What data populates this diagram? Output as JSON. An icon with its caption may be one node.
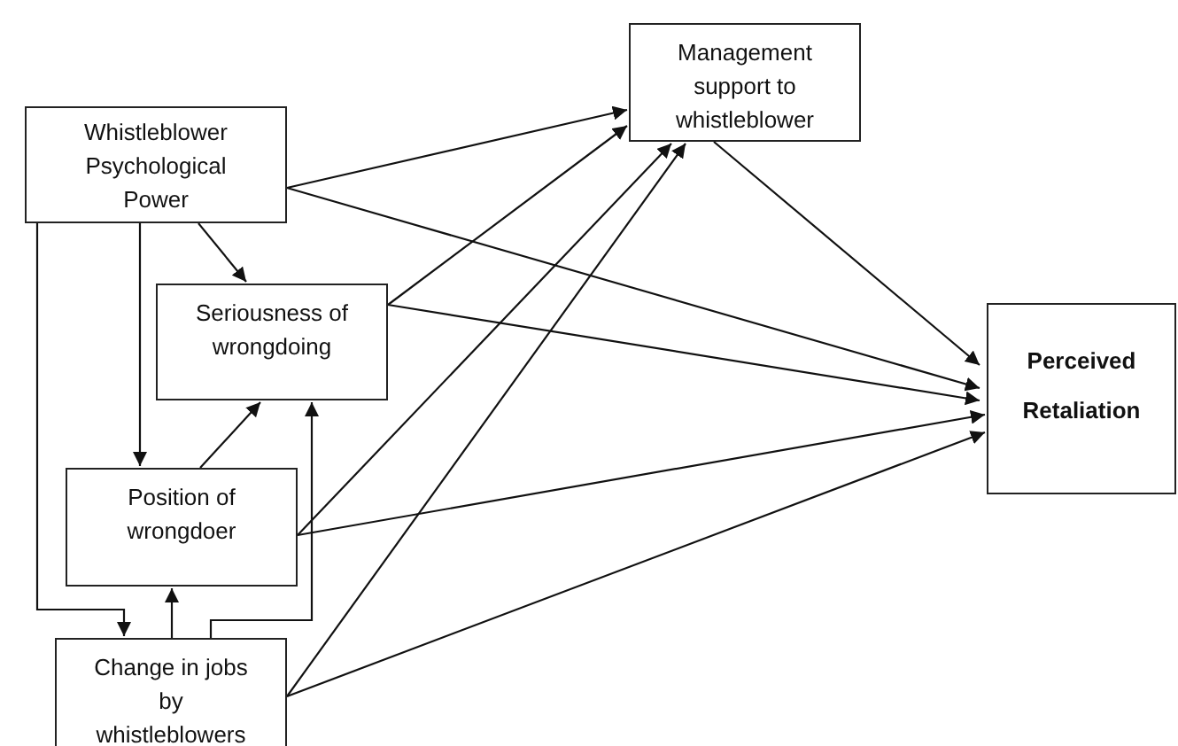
{
  "diagram": {
    "nodes": [
      {
        "text": [
          "Whistleblower Psychological Power"
        ]
      },
      {
        "text": [
          "Seriousness of wrongdoing"
        ]
      },
      {
        "text": [
          "Position of wrongdoer"
        ]
      },
      {
        "text": [
          "Change in jobs by whistleblowers"
        ]
      },
      {
        "text": [
          "Management support to whistleblower"
        ]
      },
      {
        "text": [
          "Perceived Retaliation"
        ]
      }
    ],
    "edges": [
      {
        "from": 0,
        "to": 4,
        "arrow": "to"
      },
      {
        "from": 0,
        "to": 5,
        "arrow": "to"
      },
      {
        "from": 0,
        "to": 1,
        "arrow": "to"
      },
      {
        "from": 0,
        "to": 2,
        "arrow": "to"
      },
      {
        "from": 0,
        "to": 3,
        "arrow": "to"
      },
      {
        "from": 1,
        "to": 4,
        "arrow": "to"
      },
      {
        "from": 1,
        "to": 5,
        "arrow": "to"
      },
      {
        "from": 2,
        "to": 1,
        "arrow": "to"
      },
      {
        "from": 2,
        "to": 4,
        "arrow": "to"
      },
      {
        "from": 2,
        "to": 5,
        "arrow": "to"
      },
      {
        "from": 3,
        "to": 2,
        "arrow": "to"
      },
      {
        "from": 3,
        "to": 1,
        "arrow": "to"
      },
      {
        "from": 3,
        "to": 4,
        "arrow": "to"
      },
      {
        "from": 3,
        "to": 5,
        "arrow": "to"
      },
      {
        "from": 4,
        "to": 5,
        "arrow": "to"
      }
    ]
  }
}
